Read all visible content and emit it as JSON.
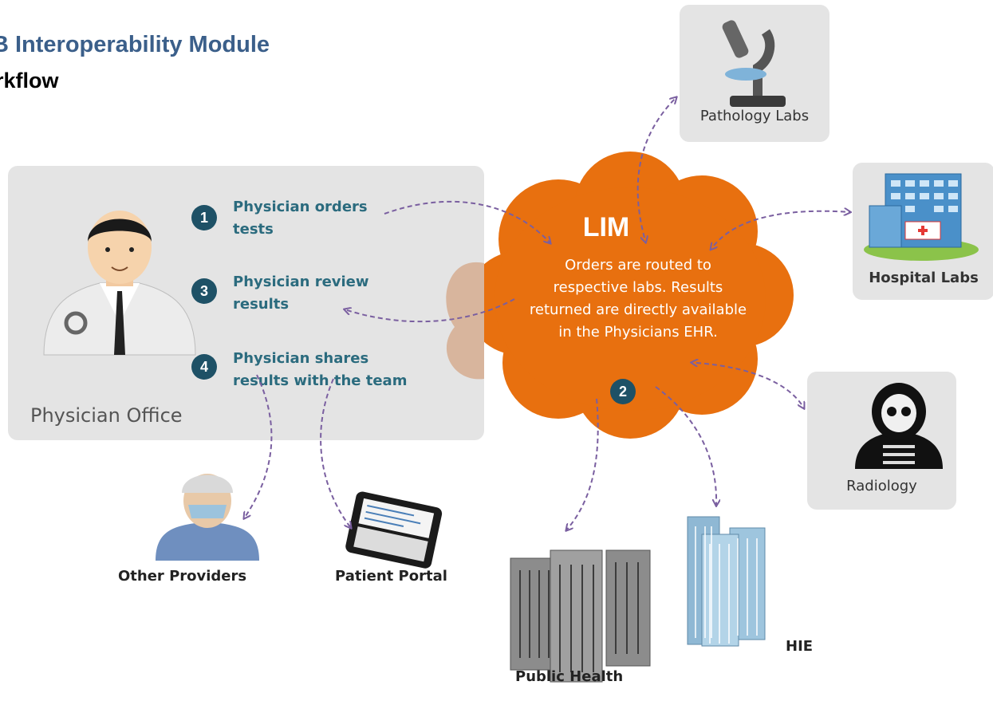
{
  "header": {
    "title": "B Interoperability Module",
    "subtitle": "rkflow"
  },
  "office": {
    "label": "Physician Office",
    "steps": [
      {
        "badge": "1",
        "line1": "Physician orders",
        "line2": "tests"
      },
      {
        "badge": "3",
        "line1": "Physician review",
        "line2": "results"
      },
      {
        "badge": "4",
        "line1": "Physician shares",
        "line2": "results with the team"
      }
    ]
  },
  "lim": {
    "title": "LIM",
    "description_lines": [
      "Orders are routed to",
      "respective labs. Results",
      "returned are directly available",
      "in the Physicians EHR."
    ],
    "badge": "2",
    "color": "#e8700f"
  },
  "labs": {
    "pathology": "Pathology Labs",
    "hospital": "Hospital Labs",
    "radiology": "Radiology"
  },
  "outputs": {
    "other_providers": "Other Providers",
    "patient_portal": "Patient Portal",
    "public_health": "Public Health",
    "hie": "HIE"
  },
  "colors": {
    "title": "#3b5f8a",
    "panel": "#e4e4e4",
    "badge": "#1e5166",
    "step_text": "#2b6b7e",
    "arrow": "#7a5fa0"
  }
}
